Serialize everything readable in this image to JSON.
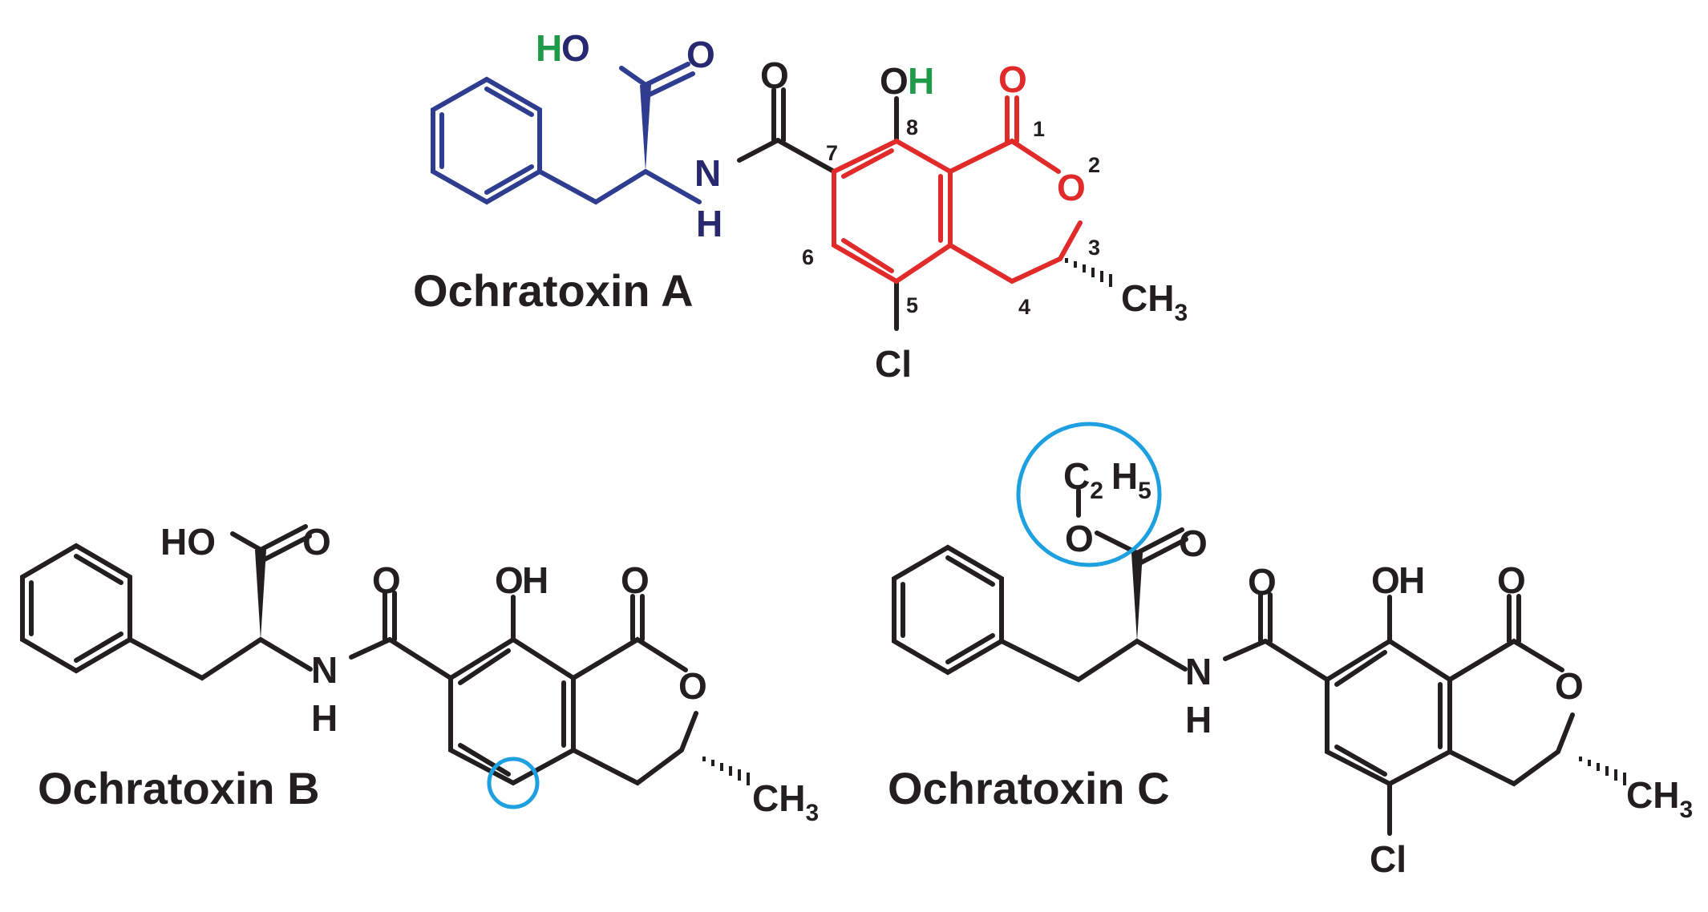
{
  "colors": {
    "black": "#231f20",
    "blue": "#2e3d8f",
    "navy": "#27286f",
    "green": "#1f9a49",
    "red": "#e12a2a",
    "highlight": "#1ea0e0"
  },
  "molecules": {
    "a": {
      "name": "Ochratoxin A",
      "cl": "Cl",
      "ch3": "CH",
      "ch3_sub": "3",
      "ring_numbers": [
        "1",
        "2",
        "3",
        "4",
        "5",
        "6",
        "7",
        "8"
      ]
    },
    "b": {
      "name": "Ochratoxin B",
      "ch3": "CH",
      "ch3_sub": "3"
    },
    "c": {
      "name": "Ochratoxin C",
      "cl": "Cl",
      "ch3": "CH",
      "ch3_sub": "3",
      "ethyl_c": "C",
      "ethyl_c_sub": "2",
      "ethyl_h": "H",
      "ethyl_h_sub": "5"
    }
  },
  "atoms": {
    "o": "O",
    "oh_o": "O",
    "oh_h": "H",
    "ho": "HO",
    "n": "N",
    "h": "H"
  }
}
